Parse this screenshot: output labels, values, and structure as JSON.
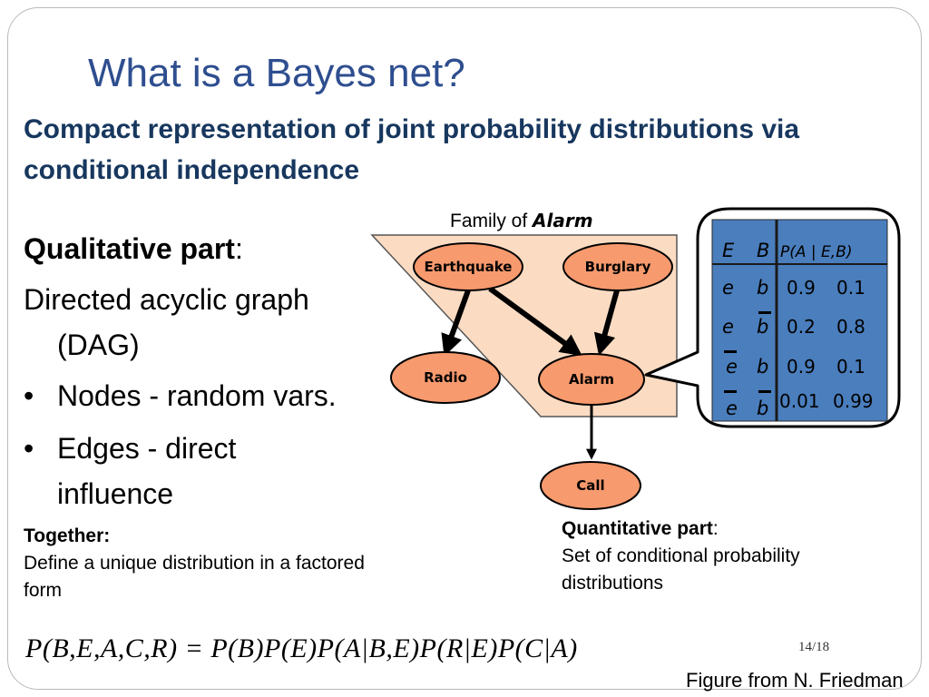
{
  "slide": {
    "title": "What is a Bayes net?",
    "subtitle": "Compact representation of joint probability distributions via conditional independence",
    "qualitative": {
      "heading": "Qualitative part",
      "heading_suffix": ":",
      "line1": "Directed acyclic graph",
      "line2": "(DAG)",
      "bullets": [
        "Nodes - random vars.",
        "Edges - direct influence"
      ],
      "bullet2_line1": "Edges - direct",
      "bullet2_line2": "influence"
    },
    "together": {
      "heading": "Together:",
      "text": "Define a unique distribution in a factored form"
    },
    "quantitative": {
      "heading": "Quantitative part",
      "heading_suffix": ":",
      "text": "Set of conditional probability distributions"
    },
    "family_label": "Family of ",
    "family_node": "Alarm",
    "formula": "P(B,E,A,C,R) = P(B)P(E)P(A|B,E)P(R|E)P(C|A)",
    "page_number": "14/18",
    "credit": "Figure from N. Friedman"
  },
  "graph": {
    "nodes": {
      "earthquake": "Earthquake",
      "burglary": "Burglary",
      "radio": "Radio",
      "alarm": "Alarm",
      "call": "Call"
    },
    "node_color": "#f79a6e",
    "family_fill": "#fbdcc3"
  },
  "cpt": {
    "headers": [
      "E",
      "B",
      "P(A | E,B)"
    ],
    "rows": [
      {
        "e": "e",
        "b": "b",
        "p1": "0.9",
        "p2": "0.1"
      },
      {
        "e": "e",
        "b": "b",
        "p1": "0.2",
        "p2": "0.8"
      },
      {
        "e": "e",
        "b": "b",
        "p1": "0.9",
        "p2": "0.1"
      },
      {
        "e": "e",
        "b": "b",
        "p1": "0.01",
        "p2": "0.99"
      }
    ],
    "table_color": "#4a7ebd"
  }
}
